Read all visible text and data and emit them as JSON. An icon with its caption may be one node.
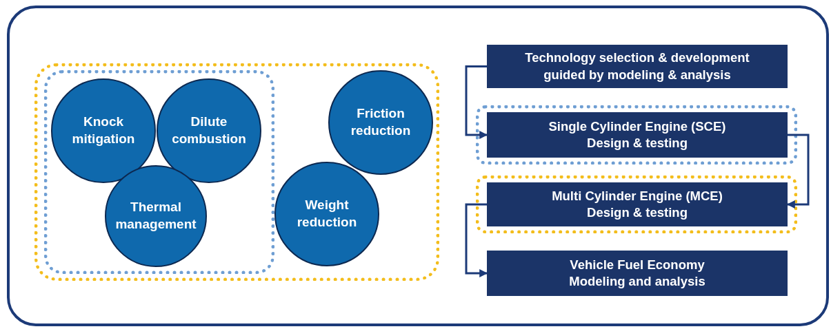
{
  "diagram": {
    "nodes": [
      {
        "text": [],
        "shape": "box"
      },
      {
        "text": [],
        "shape": "box",
        "in": 0
      },
      {
        "text": [
          "Knock mitigation"
        ],
        "in": 1
      },
      {
        "text": [
          "Dilute combustion"
        ],
        "in": 1
      },
      {
        "text": [
          "Thermal management"
        ],
        "in": 1
      },
      {
        "text": [
          "Friction reduction"
        ],
        "in": 0
      },
      {
        "text": [
          "Weight reduction"
        ],
        "in": 0
      },
      {
        "text": [
          "Technology selection & development guided by modeling & analysis"
        ]
      },
      {
        "text": [],
        "shape": "box"
      },
      {
        "text": [
          "Single Cylinder Engine (SCE) Design & testing"
        ],
        "in": 8
      },
      {
        "text": [],
        "shape": "box"
      },
      {
        "text": [
          "Multi Cylinder Engine (MCE) Design & testing"
        ],
        "in": 10
      },
      {
        "text": [
          "Vehicle Fuel Economy Modeling and analysis"
        ]
      }
    ],
    "edges": [
      {
        "from": 7,
        "to": 9,
        "arrow": "to"
      },
      {
        "from": 9,
        "to": 11,
        "arrow": "to"
      },
      {
        "from": 11,
        "to": 12,
        "arrow": "to"
      }
    ]
  }
}
